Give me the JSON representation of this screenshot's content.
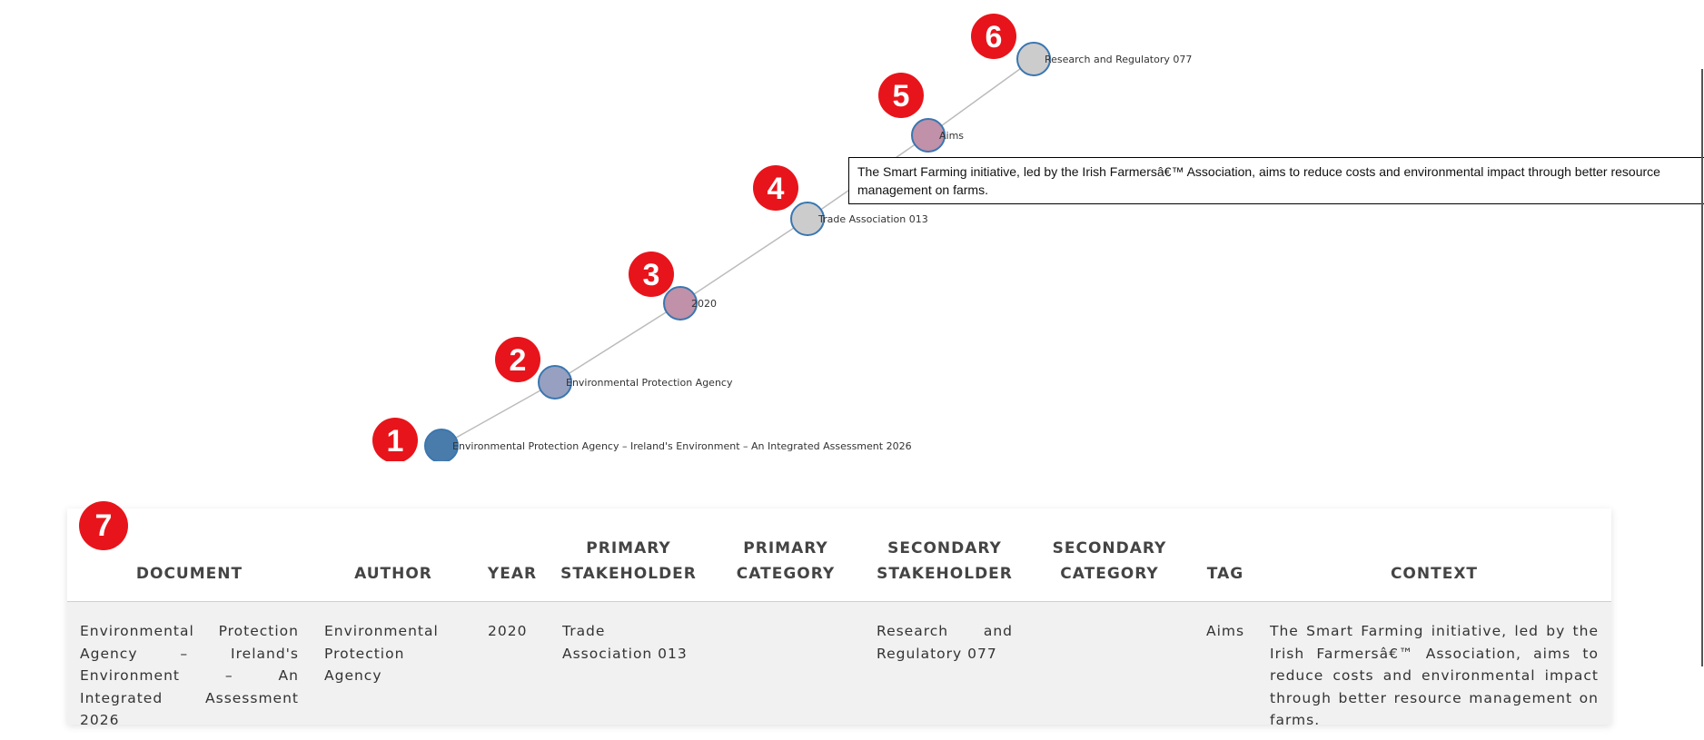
{
  "graph": {
    "nodes": [
      {
        "label": "Environmental Protection Agency – Ireland's Environment – An Integrated Assessment 2026",
        "color": "#4a7cab",
        "badge": "1"
      },
      {
        "label": "Environmental Protection Agency",
        "color": "#97a0c0",
        "badge": "2"
      },
      {
        "label": "2020",
        "color": "#c091a8",
        "badge": "3"
      },
      {
        "label": "Trade Association 013",
        "color": "#cccccc",
        "badge": "4"
      },
      {
        "label": "Aims",
        "color": "#c091a8",
        "badge": "5"
      },
      {
        "label": "Research and Regulatory 077",
        "color": "#cccccc",
        "badge": "6"
      }
    ],
    "node_stroke": "#3a76b0",
    "link_color": "#bbbbbb",
    "badge_color": "#e8141b"
  },
  "tooltip": {
    "text": "The Smart Farming initiative, led by the Irish Farmersâ€™ Association, aims to reduce costs and environmental impact through better resource management on farms."
  },
  "table": {
    "badge": "7",
    "headers": {
      "document": "DOCUMENT",
      "author": "AUTHOR",
      "year": "YEAR",
      "primary_stakeholder": "PRIMARY STAKEHOLDER",
      "primary_category": "PRIMARY CATEGORY",
      "secondary_stakeholder": "SECONDARY STAKEHOLDER",
      "secondary_category": "SECONDARY CATEGORY",
      "tag": "TAG",
      "context": "CONTEXT"
    },
    "row": {
      "document": "Environmental Protection Agency – Ireland's Environment – An Integrated Assessment 2026",
      "author": "Environmental Protection Agency",
      "year": "2020",
      "primary_stakeholder": "Trade Association 013",
      "primary_category": "",
      "secondary_stakeholder": "Research and Regulatory 077",
      "secondary_category": "",
      "tag": "Aims",
      "context": "The Smart Farming initiative, led by the Irish Farmersâ€™ Association, aims to reduce costs and environmental impact through better resource management on farms."
    }
  }
}
